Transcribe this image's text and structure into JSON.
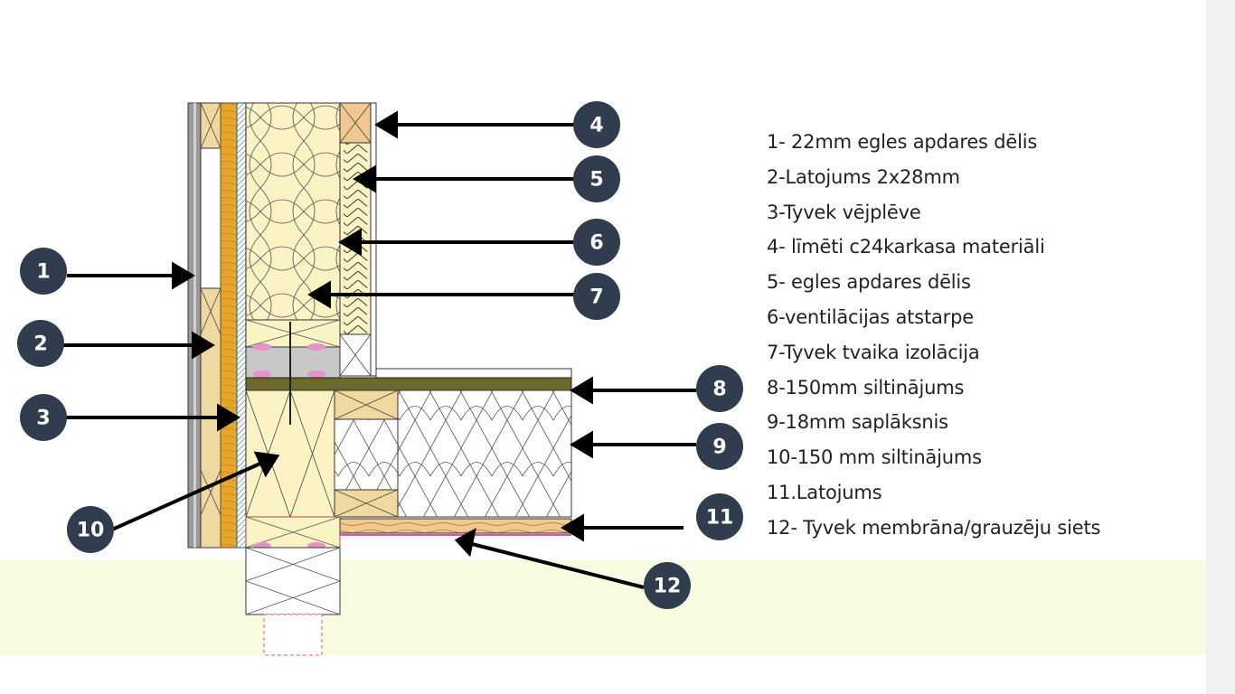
{
  "callouts": [
    "1",
    "2",
    "3",
    "4",
    "5",
    "6",
    "7",
    "8",
    "9",
    "10",
    "11",
    "12"
  ],
  "legend": [
    "1- 22mm egles apdares dēlis",
    "2-Latojums 2x28mm",
    "3-Tyvek vējplēve",
    "4- līmēti c24karkasa materiāli",
    "5- egles apdares dēlis",
    "6-ventilācijas atstarpe",
    "7-Tyvek tvaika izolācija",
    "8-150mm siltinājums",
    "9-18mm saplāksnis",
    "10-150 mm siltinājums",
    "11.Latojums",
    "12- Tyvek membrāna/grauzēju siets"
  ],
  "colors": {
    "badge": "#2f3d4f",
    "insulation": "#fbf3c4",
    "timber": "#f0d9a0",
    "cladding_orange": "#e9a42a",
    "plywood": "#6b6a2a",
    "ground": "#f8fbe0"
  }
}
